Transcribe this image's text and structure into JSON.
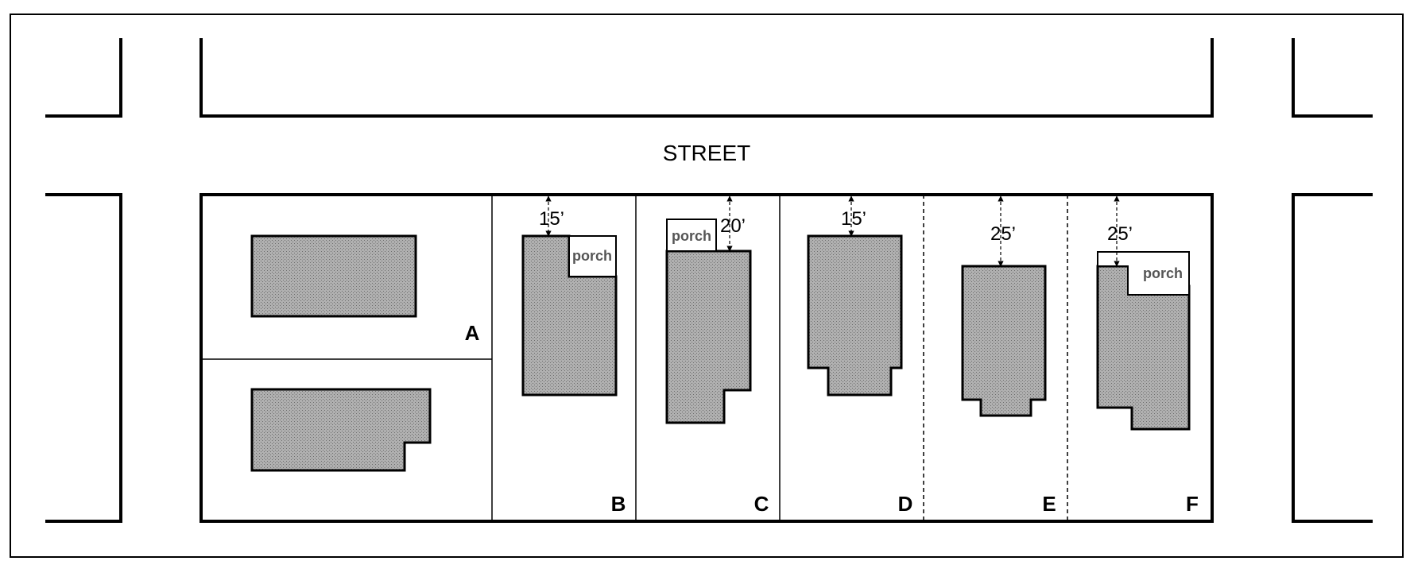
{
  "street_label": "STREET",
  "lots": [
    {
      "id": "A",
      "label": "A"
    },
    {
      "id": "B",
      "label": "B"
    },
    {
      "id": "C",
      "label": "C"
    },
    {
      "id": "D",
      "label": "D"
    },
    {
      "id": "E",
      "label": "E"
    },
    {
      "id": "F",
      "label": "F"
    }
  ],
  "setbacks": {
    "B": "15’",
    "C": "20’",
    "D": "15’",
    "E": "25’",
    "F": "25’"
  },
  "porch_label": "porch",
  "colors": {
    "building_fill": "#a6a6a6",
    "line": "#000000",
    "background": "#ffffff"
  }
}
